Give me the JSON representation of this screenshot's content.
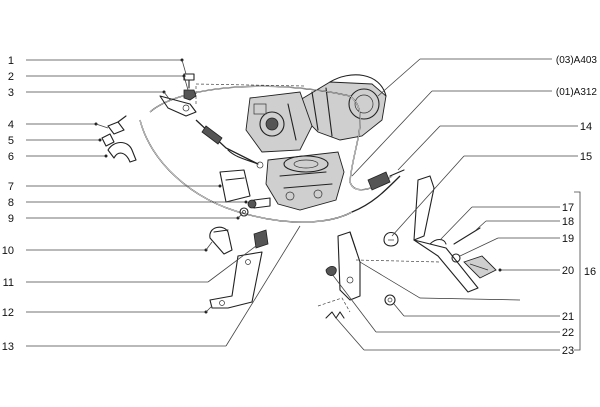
{
  "callouts_left": [
    "1",
    "2",
    "3",
    "4",
    "5",
    "6",
    "7",
    "8",
    "9",
    "10",
    "11",
    "12",
    "13"
  ],
  "callouts_right": [
    "14",
    "15",
    "17",
    "18",
    "19",
    "20",
    "21",
    "22",
    "23"
  ],
  "group_label": "16",
  "references": [
    "(03)A403",
    "(01)A312"
  ],
  "colors": {
    "line": "#222222",
    "background": "#ffffff"
  }
}
